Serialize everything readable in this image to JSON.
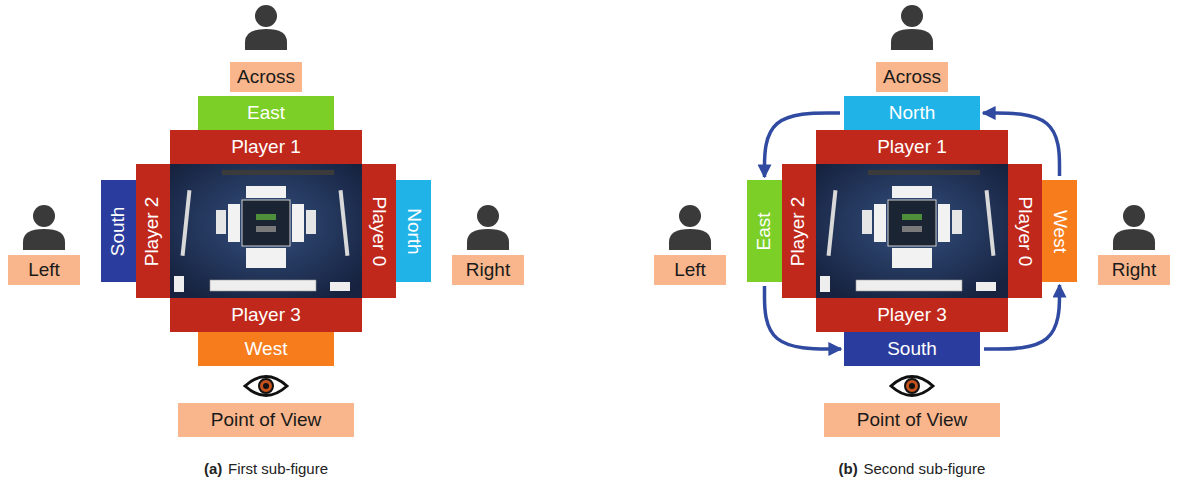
{
  "diagram": {
    "nodes": [
      {
        "text": [
          "Across"
        ]
      },
      {
        "text": [
          "East"
        ]
      },
      {
        "text": [
          "Player 1"
        ]
      },
      {
        "text": [
          "Left"
        ]
      },
      {
        "text": [
          "South"
        ]
      },
      {
        "text": [
          "Player 2"
        ]
      },
      {
        "text": [
          "Player 0"
        ]
      },
      {
        "text": [
          "North"
        ]
      },
      {
        "text": [
          "Right"
        ]
      },
      {
        "text": [
          "Player 3"
        ]
      },
      {
        "text": [
          "West"
        ]
      },
      {
        "text": [
          "Point of View"
        ]
      },
      {
        "text": [
          "Across"
        ]
      },
      {
        "text": [
          "North"
        ]
      },
      {
        "text": [
          "Player 1"
        ]
      },
      {
        "text": [
          "Left"
        ]
      },
      {
        "text": [
          "East"
        ]
      },
      {
        "text": [
          "Player 2"
        ]
      },
      {
        "text": [
          "Player 0"
        ]
      },
      {
        "text": [
          "West"
        ]
      },
      {
        "text": [
          "Right"
        ]
      },
      {
        "text": [
          "Player 3"
        ]
      },
      {
        "text": [
          "South"
        ]
      },
      {
        "text": [
          "Point of View"
        ]
      }
    ],
    "edges": [
      {
        "from": 13,
        "to": 16,
        "arrow": "to"
      },
      {
        "from": 16,
        "to": 22,
        "arrow": "to"
      },
      {
        "from": 22,
        "to": 19,
        "arrow": "to"
      },
      {
        "from": 19,
        "to": 13,
        "arrow": "to"
      }
    ],
    "labels": [
      "(a)",
      "First sub-figure",
      "(b)",
      "Second sub-figure"
    ]
  }
}
